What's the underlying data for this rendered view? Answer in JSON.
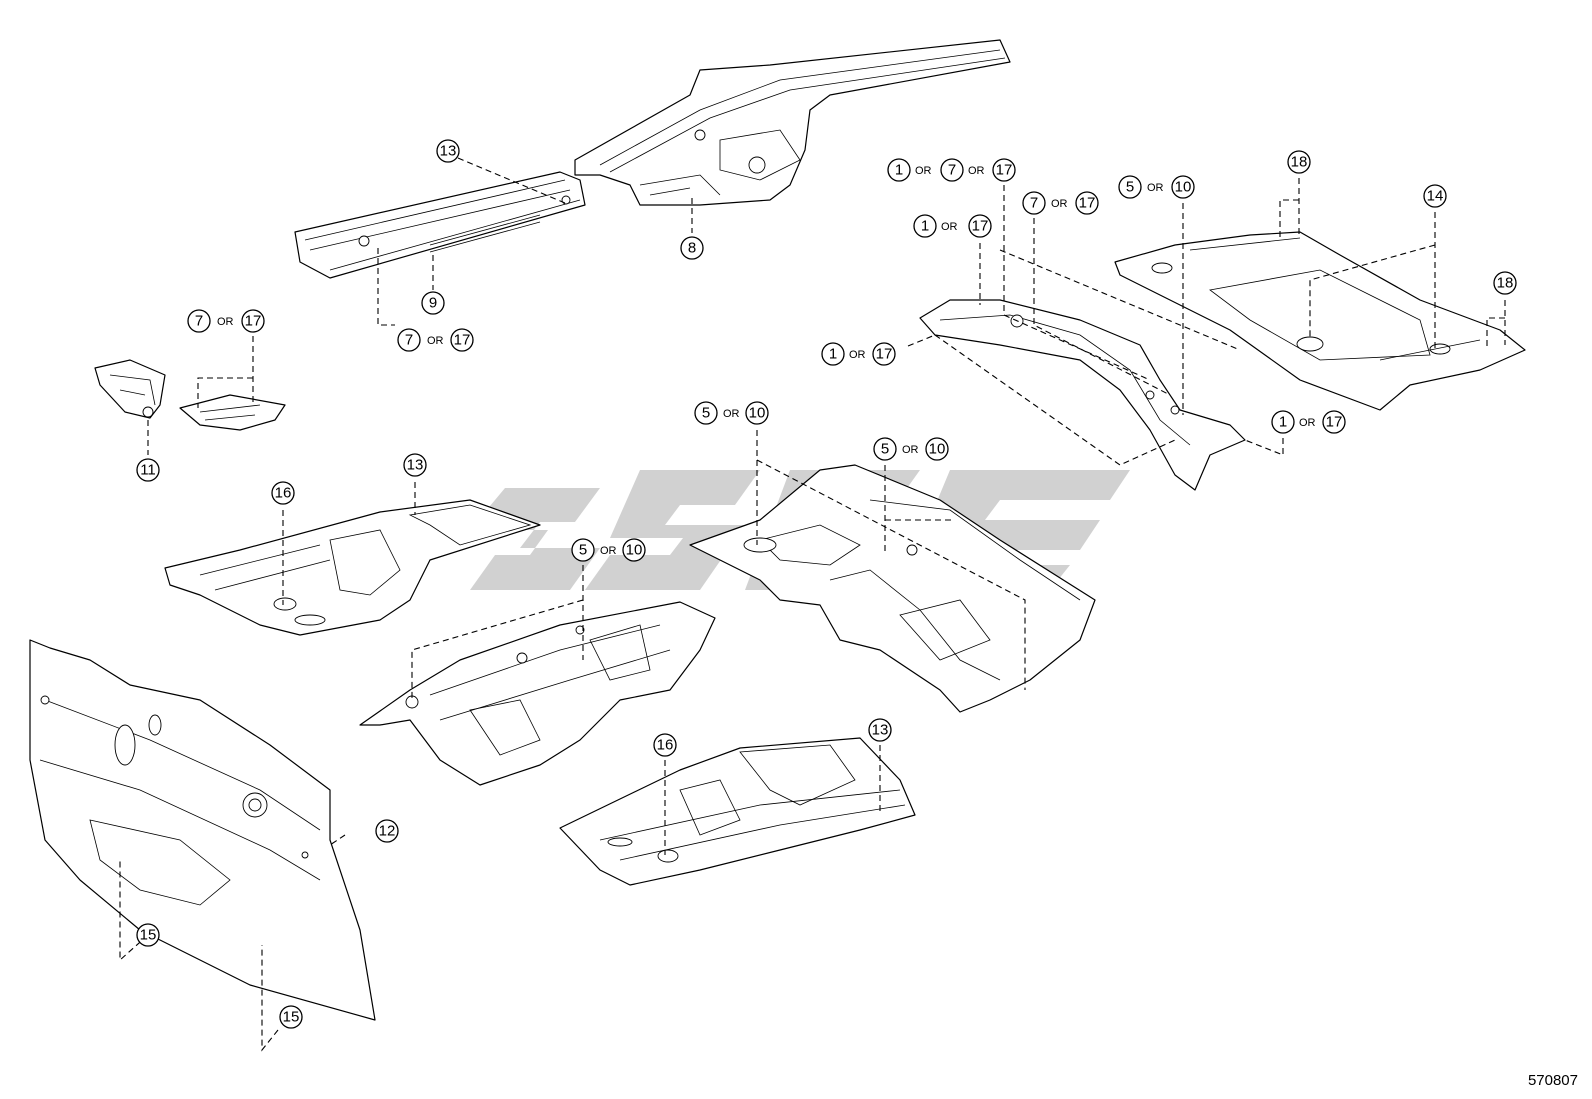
{
  "diagram": {
    "id_label": "570807",
    "or_text": "OR",
    "callouts": {
      "c13_top": "13",
      "c8": "8",
      "c9": "9",
      "c7_top": "7",
      "c17_top": "17",
      "c7_left": "7",
      "c17_left": "17",
      "c11": "11",
      "c16_left": "16",
      "c13_left": "13",
      "c12": "12",
      "c15_a": "15",
      "c15_b": "15",
      "c5_center": "5",
      "c10_center": "10",
      "c5_mid": "5",
      "c10_mid": "10",
      "c5_right": "5",
      "c10_right": "10",
      "c16_bottom": "16",
      "c13_bottom": "13",
      "c1_a": "1",
      "c7_a": "7",
      "c17_a": "17",
      "c1_b": "1",
      "c17_b": "17",
      "c7_c": "7",
      "c17_c": "17",
      "c1_d": "1",
      "c17_d": "17",
      "c1_e": "1",
      "c17_e": "17",
      "c5_e": "5",
      "c10_e": "10",
      "c18_a": "18",
      "c14": "14",
      "c18_b": "18"
    }
  }
}
